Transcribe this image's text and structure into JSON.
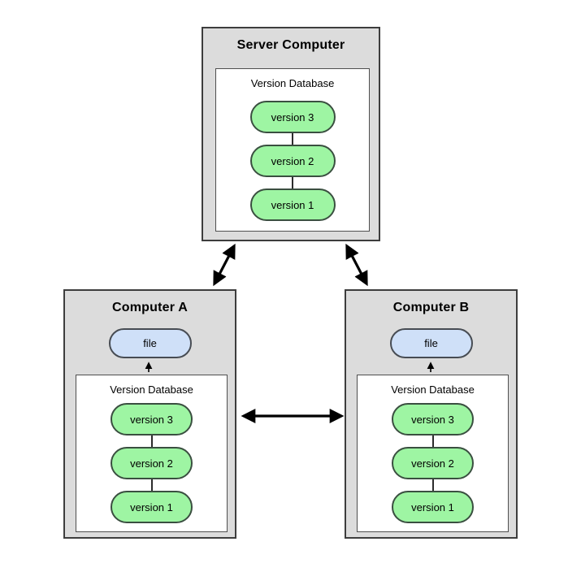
{
  "diagram": {
    "nodes": {
      "server": {
        "title": "Server Computer",
        "database_label": "Version Database",
        "versions": [
          "version 3",
          "version 2",
          "version 1"
        ]
      },
      "computer_a": {
        "title": "Computer A",
        "file_label": "file",
        "database_label": "Version Database",
        "versions": [
          "version 3",
          "version 2",
          "version 1"
        ]
      },
      "computer_b": {
        "title": "Computer B",
        "file_label": "file",
        "database_label": "Version Database",
        "versions": [
          "version 3",
          "version 2",
          "version 1"
        ]
      }
    },
    "colors": {
      "node_fill": "#dcdcdc",
      "node_border": "#3d3d3d",
      "database_fill": "#ffffff",
      "database_border": "#4f4f4f",
      "version_pill_fill": "#9ef5a3",
      "version_pill_border": "#3a4f40",
      "file_pill_fill": "#cfe0f8",
      "file_pill_border": "#474c53",
      "arrow": "#000000",
      "background": "#ffffff"
    }
  }
}
